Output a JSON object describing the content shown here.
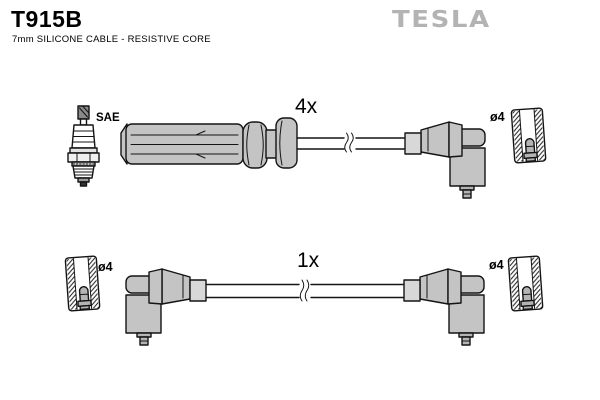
{
  "header": {
    "part_number": "T915B",
    "subtitle": "7mm SILICONE CABLE - RESISTIVE CORE"
  },
  "brand": {
    "logo_text": "TESLA"
  },
  "labels": {
    "row1_quantity": "4x",
    "row1_plug_standard": "SAE",
    "row1_terminal_diameter": "ø4",
    "row2_quantity": "1x",
    "row2_terminal_diameter_left": "ø4",
    "row2_terminal_diameter_right": "ø4"
  },
  "colors": {
    "page_bg": "#ffffff",
    "text": "#000000",
    "line": "#141414",
    "boot_gray": "#c4c4c4",
    "boot_light": "#d8d8d8",
    "metal_gray": "#b4b4b4",
    "brand_gray": "#b3b3b3"
  }
}
